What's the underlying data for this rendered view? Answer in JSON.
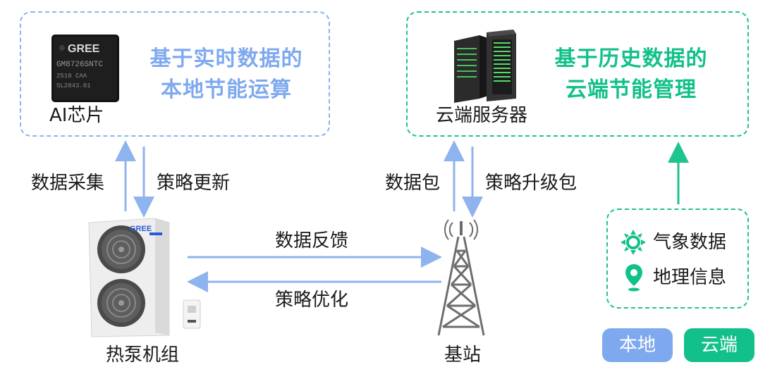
{
  "colors": {
    "local": "#7fa9ef",
    "cloud": "#12c08a",
    "arrow_local": "#8fb3ef",
    "arrow_cloud": "#1ec38e",
    "text": "#1a1a1a"
  },
  "local_box": {
    "chip_brand": "GREE",
    "chip_model": "GM8726SNTC",
    "chip_code1": "2510  CAA",
    "chip_code2": "SL2843.01",
    "chip_label": "AI芯片",
    "headline_line1": "基于实时数据的",
    "headline_line2": "本地节能运算"
  },
  "cloud_box": {
    "server_label": "云端服务器",
    "headline_line1": "基于历史数据的",
    "headline_line2": "云端节能管理"
  },
  "arrows": {
    "data_collect": "数据采集",
    "strategy_update": "策略更新",
    "data_packet": "数据包",
    "strategy_upgrade": "策略升级包",
    "data_feedback": "数据反馈",
    "strategy_optimize": "策略优化"
  },
  "heat_pump": {
    "label": "热泵机组",
    "brand": "GREE"
  },
  "base_station": {
    "label": "基站"
  },
  "external_data": {
    "icon_weather": "sun-icon",
    "icon_geo": "location-pin-icon",
    "weather": "气象数据",
    "geo": "地理信息"
  },
  "legend": {
    "local": "本地",
    "cloud": "云端"
  }
}
